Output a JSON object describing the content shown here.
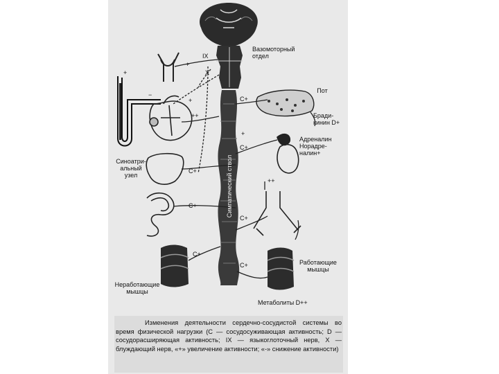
{
  "labels": {
    "vasomotor": "Вазомоторный\nотдел",
    "sympathetic_trunk": "Симпатический ствол",
    "sinoatrial_node": "Синоатри-\nальный\nузел",
    "sweat": "Пот",
    "bradykinin": "Бради-\nкинин D+",
    "adrenaline": "Адреналин\nНорадре-\nналин+",
    "working_muscles": "Работающие\nмышцы",
    "nonworking_muscles": "Неработающие\nмышцы",
    "metabolites": "Метаболиты D++",
    "nerve_ix": "IX",
    "nerve_x": "X",
    "c_vessels": "C+",
    "c_adrenal": "C+",
    "c_liver": "C+",
    "c_intestine": "C+",
    "c_limbs": "C+",
    "c_nonworking": "C+",
    "c_working": "C+",
    "plus_carotid": "+",
    "plus_manometer": "+",
    "minus_heart": "−",
    "plusplus_heart": "++",
    "plus_heart": "+",
    "plus_adrenal": "+",
    "plusplus_vessel": "++"
  },
  "caption": {
    "lead": "Изменения деятельности сердечно-сосудистой системы во время физической нагрузки (С — сосудосуживающая активность; D — сосудорасширяющая активность; IX — языкоглоточный нерв, X — блуждающий нерв, «+» увеличение активности; «-» снижение активности)"
  }
}
